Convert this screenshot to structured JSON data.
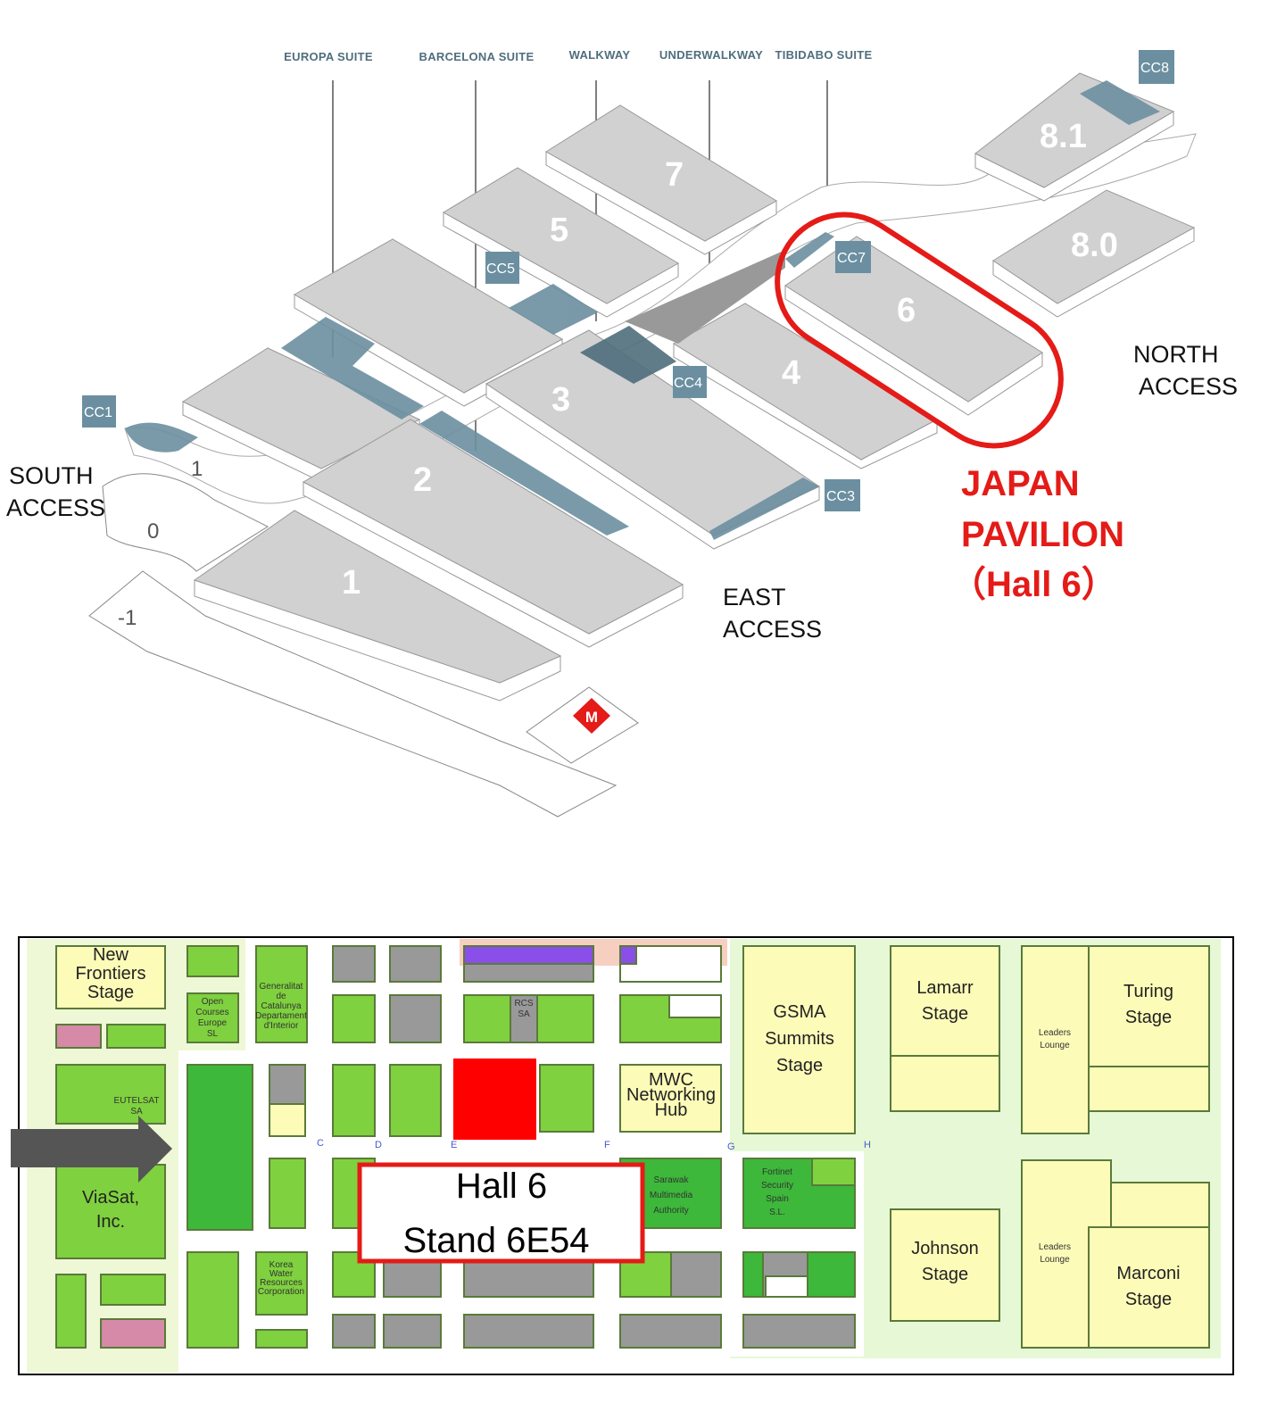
{
  "overview": {
    "top_labels": [
      "EUROPA SUITE",
      "BARCELONA SUITE",
      "WALKWAY",
      "UNDERWALKWAY",
      "TIBIDABO SUITE"
    ],
    "halls": [
      "1",
      "2",
      "3",
      "4",
      "5",
      "6",
      "7",
      "8.0",
      "8.1"
    ],
    "levels": [
      "1",
      "0",
      "-1"
    ],
    "connectors": [
      "CC1",
      "CC3",
      "CC4",
      "CC5",
      "CC7",
      "CC8"
    ],
    "access": {
      "south": [
        "SOUTH",
        "ACCESS"
      ],
      "east": [
        "EAST",
        "ACCESS"
      ],
      "north": [
        "NORTH",
        "ACCESS"
      ]
    },
    "metro_label": "M",
    "highlight": [
      "JAPAN",
      "PAVILION",
      "（Hall 6）"
    ],
    "highlight_color": "#e41b17"
  },
  "floorplan": {
    "stages": {
      "new_frontiers": [
        "New",
        "Frontiers",
        "Stage"
      ],
      "gsma": [
        "GSMA",
        "Summits",
        "Stage"
      ],
      "lamarr": [
        "Lamarr",
        "Stage"
      ],
      "turing": [
        "Turing",
        "Stage"
      ],
      "johnson": [
        "Johnson",
        "Stage"
      ],
      "marconi": [
        "Marconi",
        "Stage"
      ],
      "mwc_hub": [
        "MWC",
        "Networking",
        "Hub"
      ],
      "leaders_lounge_1": [
        "Leaders",
        "Lounge"
      ],
      "leaders_lounge_2": [
        "Leaders",
        "Lounge"
      ]
    },
    "exhibitors": {
      "viasat": [
        "ViaSat,",
        "Inc."
      ],
      "open_courses": [
        "Open",
        "Courses",
        "Europe",
        "SL"
      ],
      "generalitat": [
        "Generalitat",
        "de",
        "Catalunya",
        "Departament",
        "d'Interior"
      ],
      "sarawak": [
        "Sarawak",
        "Multimedia",
        "Authority"
      ],
      "fortinet": [
        "Fortinet",
        "Security",
        "Spain",
        "S.L."
      ],
      "kt": [
        "Korea",
        "Water",
        "Resources",
        "Corporation"
      ],
      "eutelsat": [
        "EUTELSAT",
        "SA"
      ],
      "rcs": [
        "RCS",
        "SA"
      ]
    },
    "aisle_letters": [
      "C",
      "D",
      "E",
      "F",
      "G",
      "H"
    ],
    "stand_box": [
      "Hall 6",
      "Stand 6E54"
    ],
    "stand_marker_color": "#ff0000"
  }
}
